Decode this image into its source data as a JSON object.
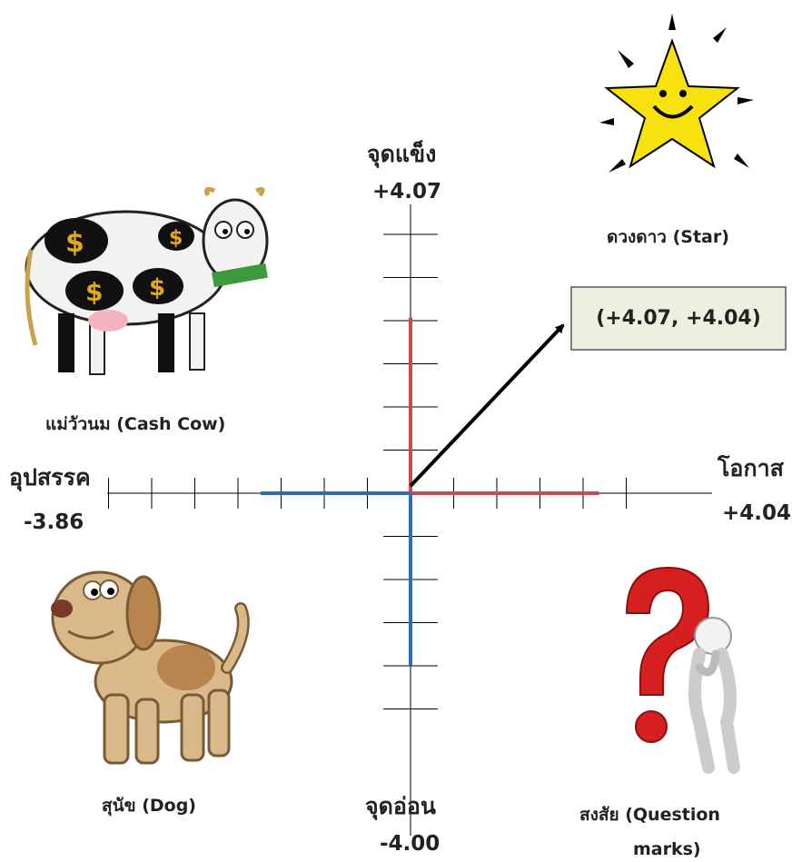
{
  "axes": {
    "top": {
      "name": "จุดแข็ง",
      "value": "+4.07"
    },
    "bottom": {
      "name": "จุดอ่อน",
      "value": "-4.00"
    },
    "right": {
      "name": "โอกาส",
      "value": "+4.04"
    },
    "left": {
      "name": "อุปสรรค",
      "value": "-3.86"
    }
  },
  "quadrants": {
    "star": {
      "label": "ดวงดาว (Star)",
      "icon": "star-icon"
    },
    "cash_cow": {
      "label": "แม่วัวนม (Cash Cow)",
      "icon": "cow-icon"
    },
    "dog": {
      "label": "สุนัข (Dog)",
      "icon": "dog-icon"
    },
    "question": {
      "label_line1": "สงสัย (Question",
      "label_line2": "marks)",
      "icon": "question-mark-icon"
    }
  },
  "result_point": {
    "label": "(+4.07, +4.04)",
    "x": 4.04,
    "y": 4.07
  },
  "colors": {
    "positive": "#c0504d",
    "negative": "#2e6db4",
    "box": "#ebf1de"
  }
}
